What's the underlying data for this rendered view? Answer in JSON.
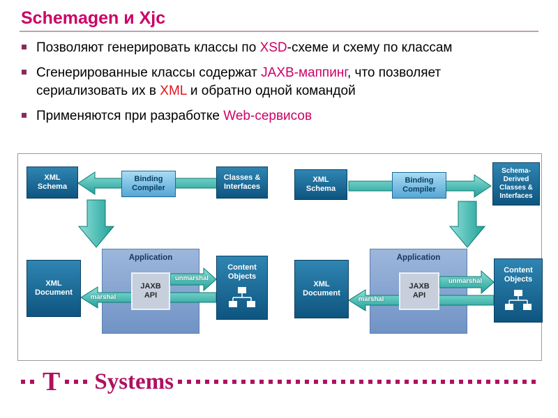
{
  "title": "Schemagen и Xjc",
  "bullets": [
    {
      "segments": [
        {
          "text": "Позволяют генерировать классы по "
        },
        {
          "text": "XSD"
        },
        {
          "text": "-схеме и схему по классам"
        }
      ]
    },
    {
      "segments": [
        {
          "text": "Сгенерированные классы содержат "
        },
        {
          "text": "JAXB-маппинг"
        },
        {
          "text": ", что позволяет сериализовать их в "
        },
        {
          "text": "XML"
        },
        {
          "text": " и обратно одной командой"
        }
      ]
    },
    {
      "segments": [
        {
          "text": "Применяются при разработке "
        },
        {
          "text": "Web-сервисов"
        }
      ]
    }
  ],
  "diagrams": {
    "left": {
      "xml_schema": "XML Schema",
      "binding_compiler": "Binding Compiler",
      "output_classes": "Classes & Interfaces",
      "application": "Application",
      "jaxb_api": "JAXB API",
      "xml_document": "XML Document",
      "content_objects": "Content Objects",
      "unmarshal_label": "unmarshal",
      "marshal_label": "marshal"
    },
    "right": {
      "xml_schema": "XML Schema",
      "binding_compiler": "Binding Compiler",
      "output_classes": "Schema-Derived Classes & Interfaces",
      "application": "Application",
      "jaxb_api": "JAXB API",
      "xml_document": "XML Document",
      "content_objects": "Content Objects",
      "unmarshal_label": "unmarshal",
      "marshal_label": "marshal"
    }
  },
  "brand": {
    "t": "T",
    "systems": "Systems"
  },
  "colors": {
    "accent_magenta": "#cc0066",
    "accent_red": "#e1141e",
    "box_dark_blue": "#14699a",
    "box_light_blue": "#6fb9e3",
    "application_blue": "#7fa3d2",
    "arrow_teal": "#36b3ab",
    "brand_magenta": "#b01060"
  }
}
